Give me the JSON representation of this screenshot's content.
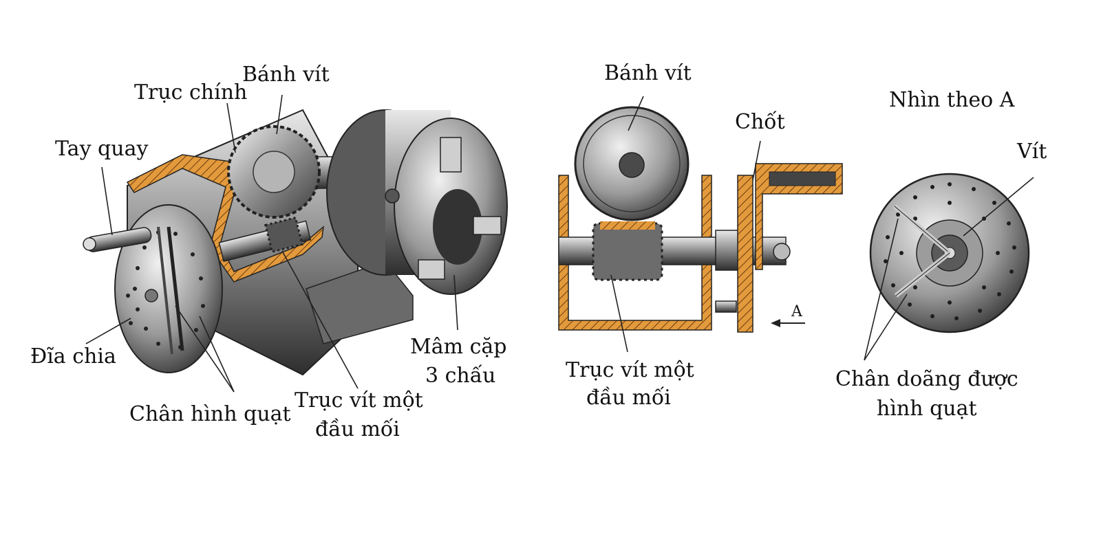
{
  "left_view": {
    "labels": {
      "banh_vit": "Bánh vít",
      "truc_chinh": "Trục chính",
      "tay_quay": "Tay quay",
      "dia_chia": "Đĩa chia",
      "chan_hinh_quat": "Chân hình quạt",
      "truc_vit_line1": "Trục vít một",
      "truc_vit_line2": "đầu mối",
      "mam_cap_line1": "Mâm cặp",
      "mam_cap_line2": "3 chấu"
    }
  },
  "middle_view": {
    "labels": {
      "banh_vit": "Bánh vít",
      "chot": "Chốt",
      "arrow_a": "A",
      "truc_vit_line1": "Trục vít một",
      "truc_vit_line2": "đầu mối"
    }
  },
  "right_view": {
    "labels": {
      "title": "Nhìn theo A",
      "vit": "Vít",
      "chan_line1": "Chân doãng được",
      "chan_line2": "hình quạt"
    }
  },
  "colors": {
    "housing": "#e39a3c",
    "metal_dark": "#3a3a3a",
    "metal_mid": "#8a8a8a",
    "metal_light": "#d4d4d4"
  }
}
